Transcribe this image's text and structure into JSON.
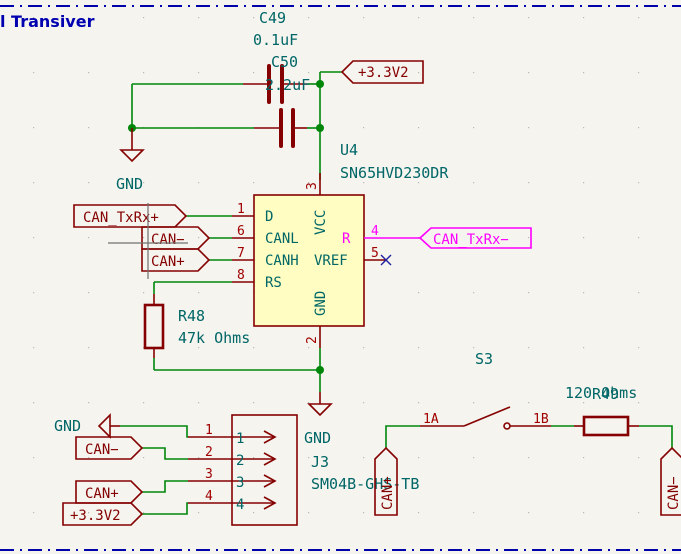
{
  "sheet": {
    "title": "l Transiver",
    "colors": {
      "wire": "#00870a",
      "symbol": "#850000",
      "symbol_fill": "#fffdc1",
      "reference_text": "#006666",
      "hier_label": "#ff00ff",
      "border": "#0000a8",
      "background": "#f5f4ef"
    }
  },
  "components": {
    "c49": {
      "ref": "C49",
      "value": "0.1uF"
    },
    "c50": {
      "ref": "C50",
      "value": "2.2uF"
    },
    "u4": {
      "ref": "U4",
      "value": "SN65HVD230DR",
      "pins": {
        "d": {
          "num": "1",
          "name": "D"
        },
        "canl": {
          "num": "6",
          "name": "CANL"
        },
        "canh": {
          "num": "7",
          "name": "CANH"
        },
        "rs": {
          "num": "8",
          "name": "RS"
        },
        "vcc": {
          "num": "3",
          "name": "VCC"
        },
        "r": {
          "num": "4",
          "name": "R"
        },
        "vref": {
          "num": "5",
          "name": "VREF"
        },
        "gnd": {
          "num": "2",
          "name": "GND"
        }
      }
    },
    "r48": {
      "ref": "R48",
      "value": "47k Ohms"
    },
    "r49": {
      "ref": "R49",
      "value": "120 Ohms"
    },
    "s3": {
      "ref": "S3",
      "pin_a": "1A",
      "pin_b": "1B"
    },
    "j3": {
      "ref": "J3",
      "value": "SM04B-GHS-TB",
      "pins": [
        "1",
        "2",
        "3",
        "4"
      ]
    }
  },
  "power": {
    "gnd_top": "GND",
    "gnd_mid": "GND",
    "gnd_conn": "GND"
  },
  "labels": {
    "vcc_top": "+3.3V2",
    "can_txrx_plus": "CAN_TxRx+",
    "can_minus_u4": "CAN−",
    "can_plus_u4": "CAN+",
    "can_txrx_minus": "CAN_TxRx−",
    "can_minus_j3": "CAN−",
    "can_plus_j3": "CAN+",
    "vcc_j3": "+3.3V2",
    "can_plus_s3": "CAN+",
    "can_minus_r49": "CAN−"
  }
}
